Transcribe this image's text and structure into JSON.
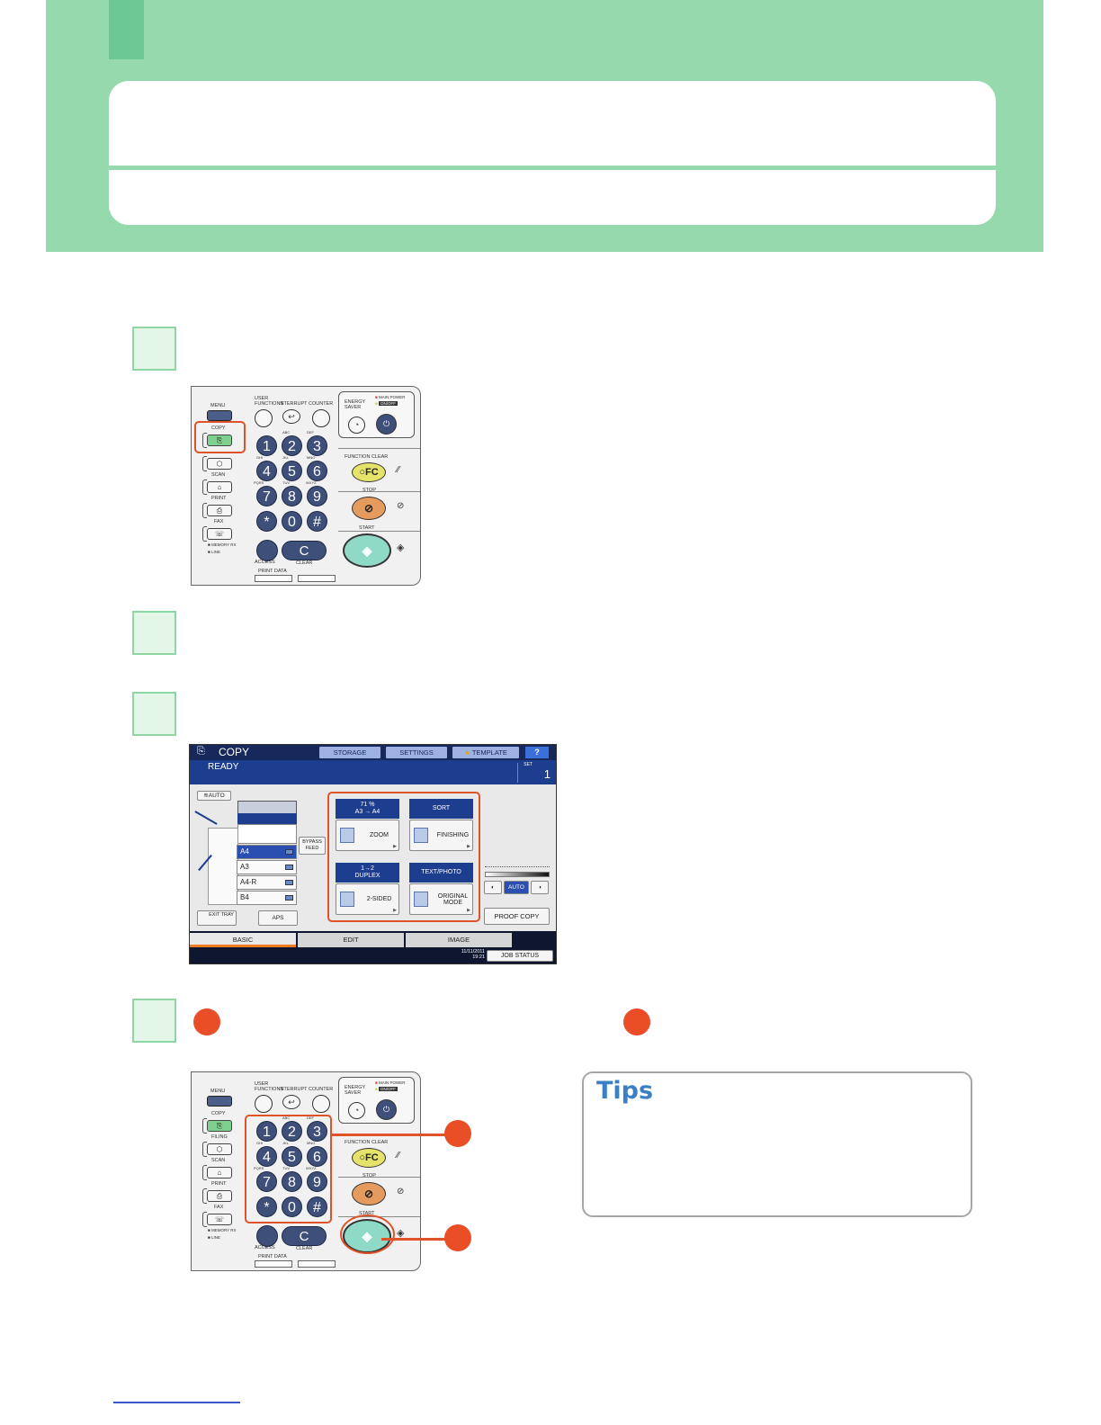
{
  "panel": {
    "menu": "MENU",
    "copy": "COPY",
    "filing": "FILING",
    "scan": "SCAN",
    "print": "PRINT",
    "fax": "FAX",
    "memory_rx": "MEMORY RX",
    "line": "LINE",
    "user_functions": "USER FUNCTIONS",
    "interrupt": "INTERRUPT",
    "counter": "COUNTER",
    "energy_saver": "ENERGY SAVER",
    "main_power": "MAIN POWER",
    "on_off": "ON/OFF",
    "function_clear": "FUNCTION CLEAR",
    "fc": "FC",
    "stop": "STOP",
    "start": "START",
    "access": "ACCESS",
    "clear": "CLEAR",
    "print_data": "PRINT DATA",
    "keys": [
      "1",
      "2",
      "3",
      "4",
      "5",
      "6",
      "7",
      "8",
      "9",
      "*",
      "0",
      "#"
    ],
    "key_letters": [
      "ABC",
      "DEF",
      "GHI",
      "JKL",
      "MNO",
      "PQRS",
      "TUV",
      "WXYZ"
    ],
    "c_key": "C"
  },
  "screen": {
    "title": "COPY",
    "storage": "STORAGE",
    "settings": "SETTINGS",
    "template": "TEMPLATE",
    "help": "?",
    "status": "READY",
    "set_label": "SET",
    "set_value": "1",
    "auto_badge": "AUTO",
    "bypass_feed": "BYPASS FEED",
    "papers": [
      "A4",
      "A3",
      "A4-R",
      "B4"
    ],
    "exit_tray": "EXIT TRAY",
    "aps": "APS",
    "zoom_head_pct": "71 %",
    "zoom_head_size": "A3 → A4",
    "zoom": "ZOOM",
    "sort": "SORT",
    "finishing": "FINISHING",
    "duplex_head1": "1→2",
    "duplex_head2": "DUPLEX",
    "two_sided": "2-SIDED",
    "text_photo": "TEXT/PHOTO",
    "original_mode": "ORIGINAL MODE",
    "density_auto": "AUTO",
    "proof_copy": "PROOF COPY",
    "tabs": [
      "BASIC",
      "EDIT",
      "IMAGE"
    ],
    "date": "11/11/2011",
    "time": "19:21",
    "job_status": "JOB STATUS"
  },
  "tips": {
    "title": "Tips"
  }
}
